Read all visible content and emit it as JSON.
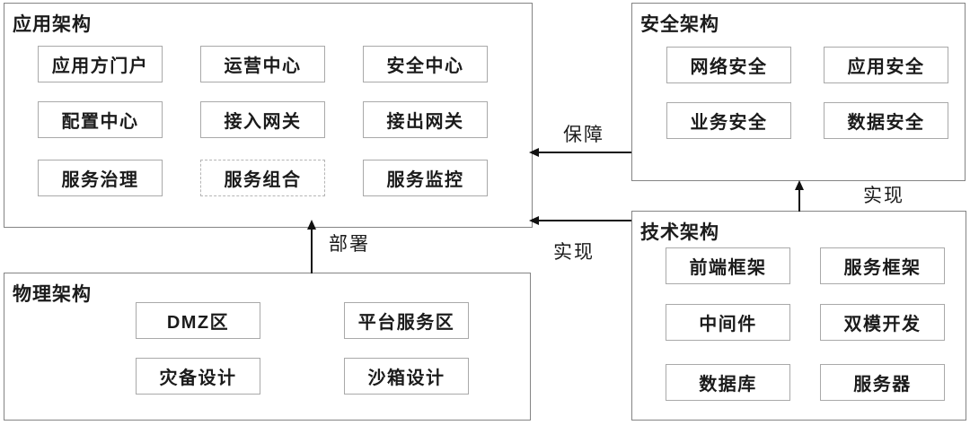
{
  "diagram": {
    "background": "#ffffff",
    "colors": {
      "group_border": "#848484",
      "item_border": "#a9a9a9",
      "dashed_item_border": "#b5b5b5",
      "text": "#1b1b1b",
      "arrow": "#111111"
    },
    "groups": [
      {
        "title": "应用架构",
        "items": [
          {
            "label": "应用方门户"
          },
          {
            "label": "运营中心"
          },
          {
            "label": "安全中心"
          },
          {
            "label": "配置中心"
          },
          {
            "label": "接入网关"
          },
          {
            "label": "接出网关"
          },
          {
            "label": "服务治理"
          },
          {
            "label": "服务组合",
            "dashed": true
          },
          {
            "label": "服务监控"
          }
        ]
      },
      {
        "title": "安全架构",
        "items": [
          {
            "label": "网络安全"
          },
          {
            "label": "应用安全"
          },
          {
            "label": "业务安全"
          },
          {
            "label": "数据安全"
          }
        ]
      },
      {
        "title": "技术架构",
        "items": [
          {
            "label": "前端框架"
          },
          {
            "label": "服务框架"
          },
          {
            "label": "中间件"
          },
          {
            "label": "双模开发"
          },
          {
            "label": "数据库"
          },
          {
            "label": "服务器"
          }
        ]
      },
      {
        "title": "物理架构",
        "items": [
          {
            "label": "DMZ区"
          },
          {
            "label": "平台服务区"
          },
          {
            "label": "灾备设计"
          },
          {
            "label": "沙箱设计"
          }
        ]
      }
    ],
    "arrows": [
      {
        "label": "保障",
        "from": "安全架构",
        "to": "应用架构",
        "direction": "left"
      },
      {
        "label": "实现",
        "from": "技术架构",
        "to": "安全架构",
        "direction": "up"
      },
      {
        "label": "实现",
        "from": "技术架构",
        "to": "应用架构",
        "direction": "left"
      },
      {
        "label": "部署",
        "from": "物理架构",
        "to": "应用架构",
        "direction": "up"
      }
    ]
  }
}
